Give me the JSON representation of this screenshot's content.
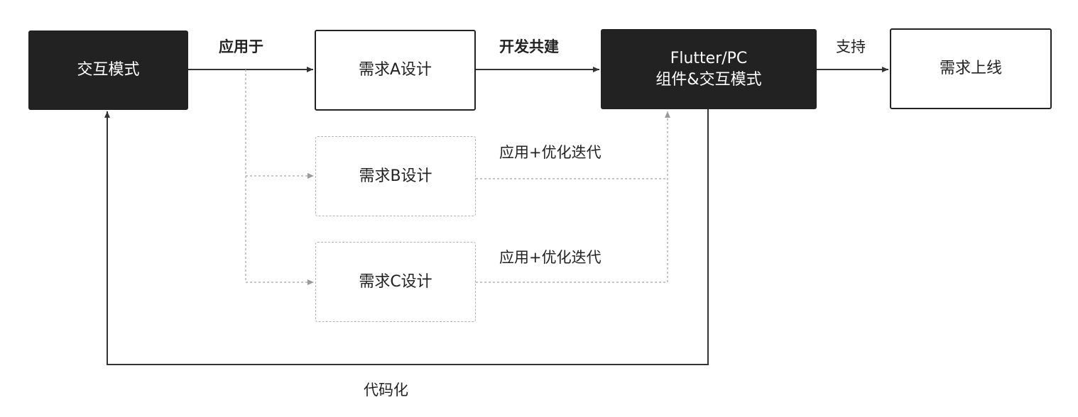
{
  "nodes": {
    "interaction_mode": "交互模式",
    "requirement_a": "需求A设计",
    "requirement_b": "需求B设计",
    "requirement_c": "需求C设计",
    "component_line1": "Flutter/PC",
    "component_line2": "组件&交互模式",
    "launch": "需求上线"
  },
  "edge_labels": {
    "apply_to": "应用于",
    "dev_build": "开发共建",
    "support": "支持",
    "iterate_b": "应用+优化迭代",
    "iterate_c": "应用+优化迭代",
    "codify": "代码化"
  },
  "colors": {
    "dark_fill": "#222222",
    "line": "#333333",
    "dashed_line": "#b3b3b3",
    "text_on_dark": "#ffffff"
  }
}
